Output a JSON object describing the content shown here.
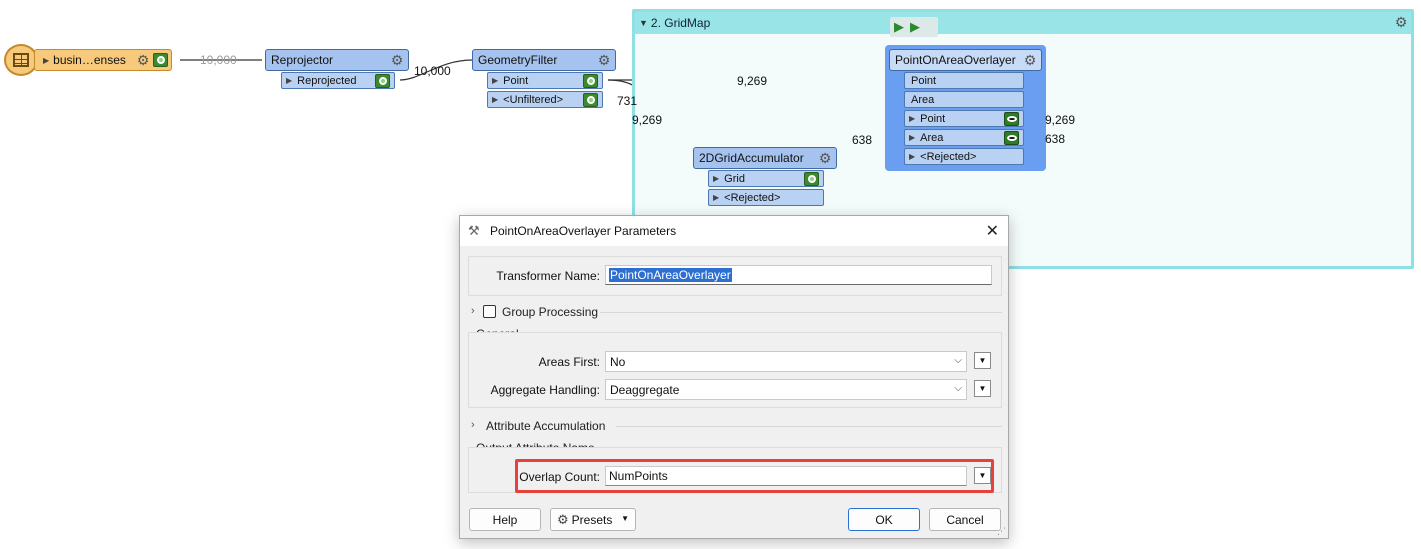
{
  "canvas": {
    "bookmark": {
      "title": "2. GridMap"
    },
    "reader": {
      "label": "busin…enses"
    },
    "transformers": {
      "reprojector": {
        "title": "Reprojector",
        "ports": [
          "Reprojected"
        ]
      },
      "geometryfilter": {
        "title": "GeometryFilter",
        "ports": [
          "Point",
          "<Unfiltered>"
        ]
      },
      "gridaccumulator": {
        "title": "2DGridAccumulator",
        "ports": [
          "Grid",
          "<Rejected>"
        ]
      },
      "pointonarea": {
        "title": "PointOnAreaOverlayer",
        "inputs": [
          "Point",
          "Area"
        ],
        "outputs": [
          "Point",
          "Area",
          "<Rejected>"
        ]
      }
    },
    "counts": {
      "reader_out": "10,000",
      "reprojected": "10,000",
      "point_to_overlay": "9,269",
      "unfiltered": "731",
      "point_to_grid": "9,269",
      "grid_to_area": "638",
      "overlay_point_out": "9,269",
      "overlay_area_out": "638"
    }
  },
  "dialog": {
    "title": "PointOnAreaOverlayer Parameters",
    "transformer_name_label": "Transformer Name:",
    "transformer_name_value": "PointOnAreaOverlayer",
    "group_processing_label": "Group Processing",
    "general_section": "General",
    "areas_first_label": "Areas First:",
    "areas_first_value": "No",
    "aggregate_label": "Aggregate Handling:",
    "aggregate_value": "Deaggregate",
    "attr_accum_label": "Attribute Accumulation",
    "output_section": "Output Attribute Name",
    "overlap_count_label": "Overlap Count:",
    "overlap_count_value": "NumPoints",
    "help_button": "Help",
    "presets_button": "Presets",
    "ok_button": "OK",
    "cancel_button": "Cancel"
  },
  "colors": {
    "highlight_red": "#e8403a",
    "bookmark_border": "#8ee0e4",
    "transformer_fill": "#a5c3ee",
    "selected_transformer": "#6a9ef0",
    "reader_fill": "#f7c97b"
  }
}
